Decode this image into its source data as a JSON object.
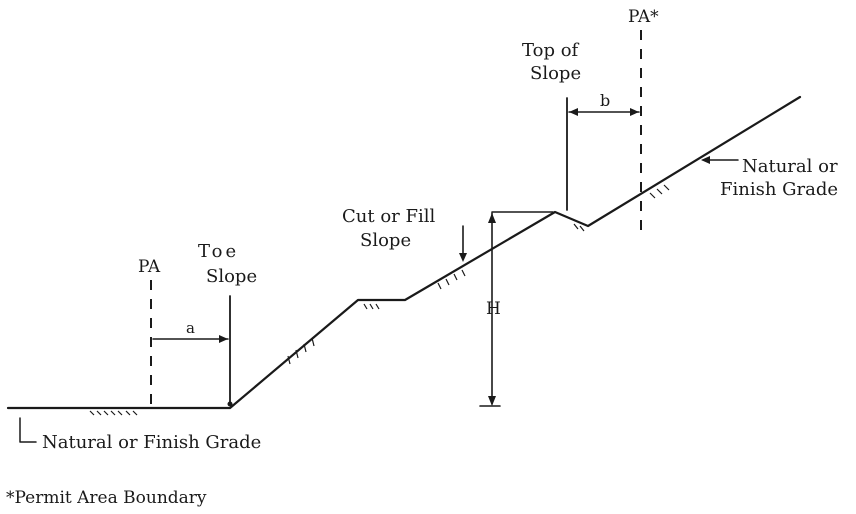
{
  "labels": {
    "pa_left": "PA",
    "pa_right": "PA*",
    "toe_line1": "Toe",
    "toe_line2": "Slope",
    "top_line1": "Top of",
    "top_line2": "Slope",
    "cut_line1": "Cut or Fill",
    "cut_line2": "Slope",
    "natural_right_line1": "Natural or",
    "natural_right_line2": "Finish Grade",
    "natural_bottom": "Natural or Finish Grade",
    "dim_a": "a",
    "dim_b": "b",
    "dim_h": "H",
    "footnote": "*Permit Area Boundary"
  },
  "colors": {
    "ink": "#1a1a1a",
    "background": "#ffffff"
  }
}
